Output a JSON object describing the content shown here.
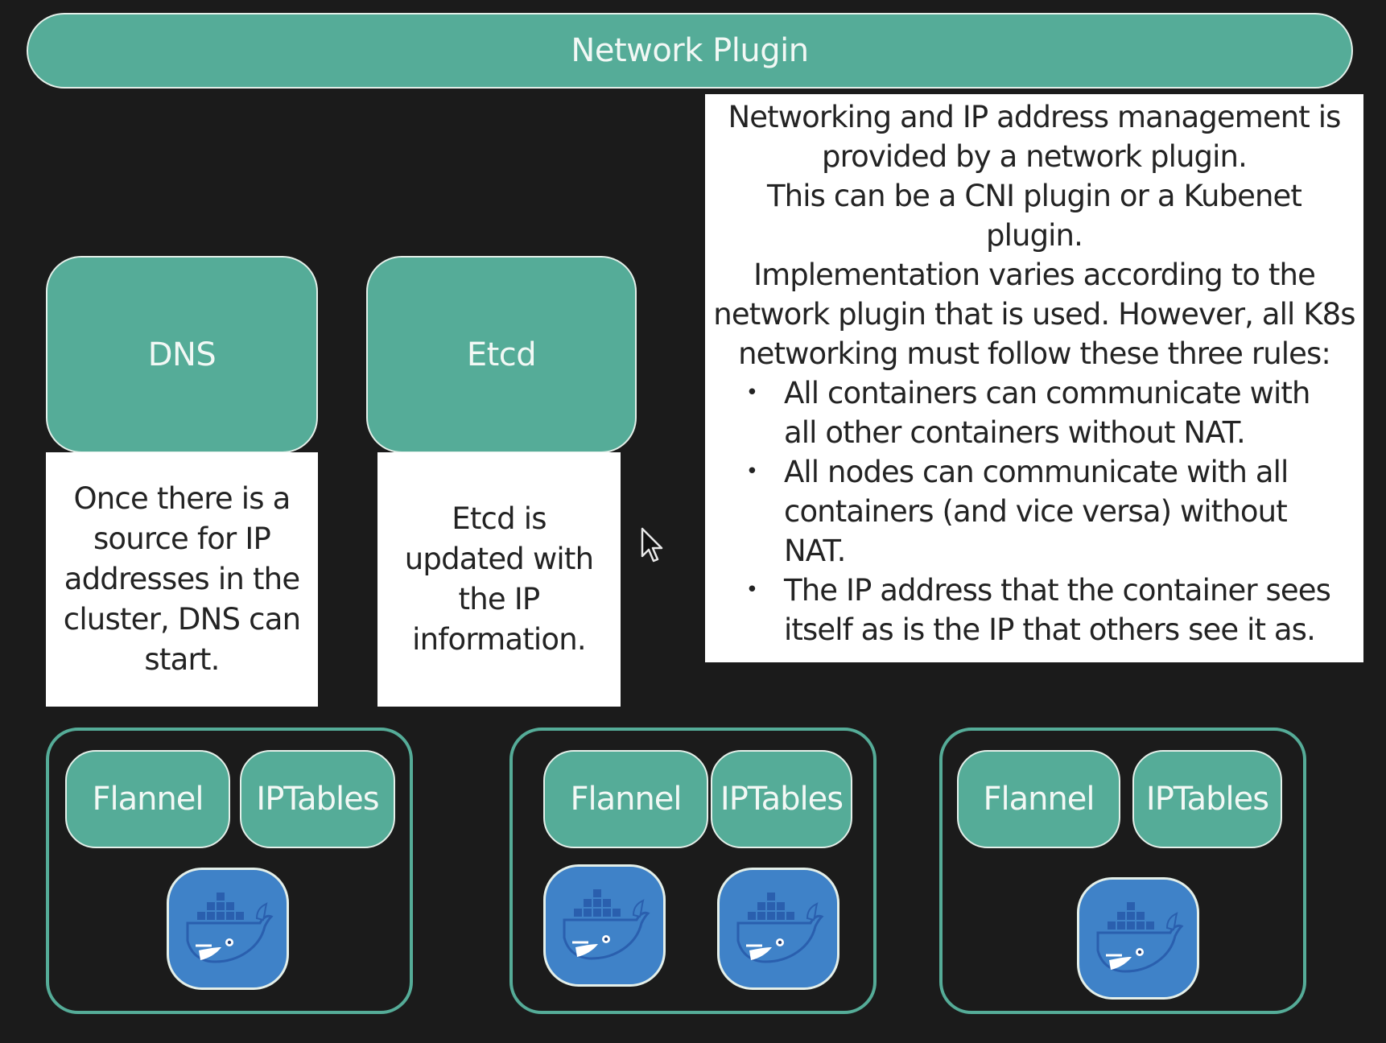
{
  "banner": {
    "label": "Network Plugin"
  },
  "services": {
    "dns": {
      "label": "DNS",
      "note_lines": [
        "Once there is a",
        "source for IP",
        "addresses in the",
        "cluster, DNS can",
        "start."
      ]
    },
    "etcd": {
      "label": "Etcd",
      "note_lines": [
        "Etcd is",
        "updated with",
        "the IP",
        "information."
      ]
    }
  },
  "info": {
    "para_lines": [
      "Networking and IP address management is",
      "provided by a network plugin.",
      "This can be  a CNI plugin or a Kubenet",
      "plugin.",
      "Implementation varies according to the",
      "network plugin that is used. However, all K8s",
      "networking must follow these three rules:"
    ],
    "rules": [
      {
        "lines": [
          "All containers can communicate with",
          "all other containers without NAT."
        ]
      },
      {
        "lines": [
          "All nodes can communicate with all",
          "containers (and vice versa) without",
          "NAT."
        ]
      },
      {
        "lines": [
          "The IP address that the container sees",
          "itself as is the IP that others see it as."
        ]
      }
    ]
  },
  "nodes": [
    {
      "flannel": "Flannel",
      "iptables": "IPTables",
      "container_count": 1,
      "container_icon": "docker-whale-icon"
    },
    {
      "flannel": "Flannel",
      "iptables": "IPTables",
      "container_count": 2,
      "container_icon": "docker-whale-icon"
    },
    {
      "flannel": "Flannel",
      "iptables": "IPTables",
      "container_count": 1,
      "container_icon": "docker-whale-icon"
    }
  ],
  "colors": {
    "background": "#1b1b1b",
    "teal": "#55ac98",
    "docker_blue": "#3f82c8",
    "note_bg": "#ffffff"
  }
}
